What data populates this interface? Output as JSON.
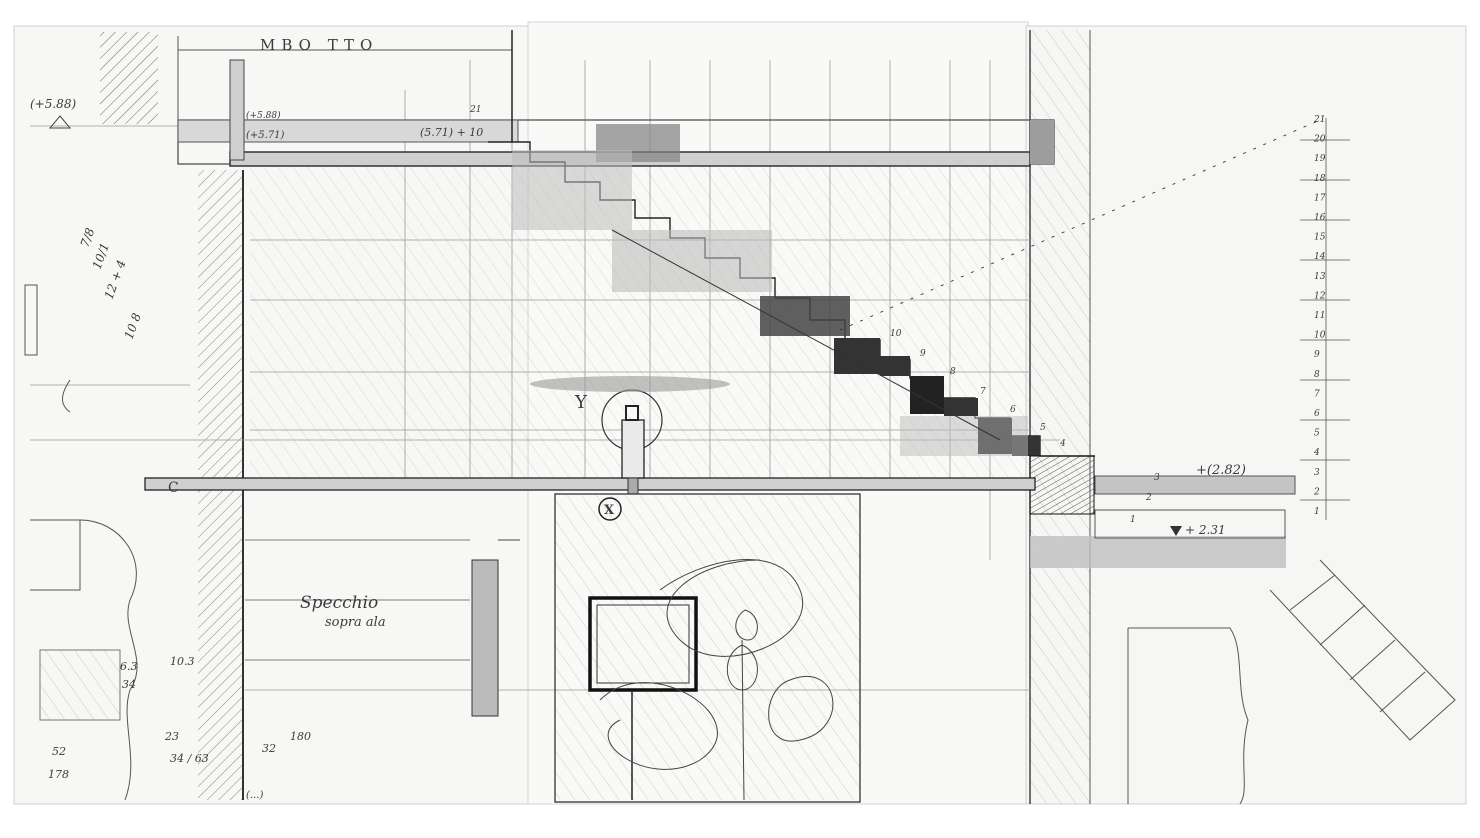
{
  "drawing": {
    "header_dimension": "MBO TTO",
    "left_elevation": "(+5.88)",
    "upper_level_a": "(+5.88)",
    "upper_level_b": "(+5.71)",
    "upper_level_c": "(5.71) + 10",
    "upper_level_d": "21",
    "right_level_upper": "+(2.82)",
    "right_level_lower": "+ 2.31",
    "marker_y": "Y",
    "marker_x": "X",
    "marker_c": "C",
    "note_script": "Specchio",
    "note_script_2": "sopra ala",
    "corner_note": "(...)",
    "sketch_numbers_left": [
      "7/8",
      "10/1",
      "12 + 4",
      "10 8"
    ],
    "sketch_numbers_bottom": [
      "52",
      "178",
      "6.3",
      "34",
      "10.3",
      "180",
      "32",
      "23",
      "34 / 63"
    ],
    "stair_steps": [
      "1",
      "2",
      "3",
      "4",
      "5",
      "6",
      "7",
      "8",
      "9",
      "10"
    ],
    "right_scale": [
      "21",
      "20",
      "19",
      "18",
      "17",
      "16",
      "15",
      "14",
      "13",
      "12",
      "11",
      "10",
      "9",
      "8",
      "7",
      "6",
      "5",
      "4",
      "3",
      "2",
      "1"
    ]
  }
}
